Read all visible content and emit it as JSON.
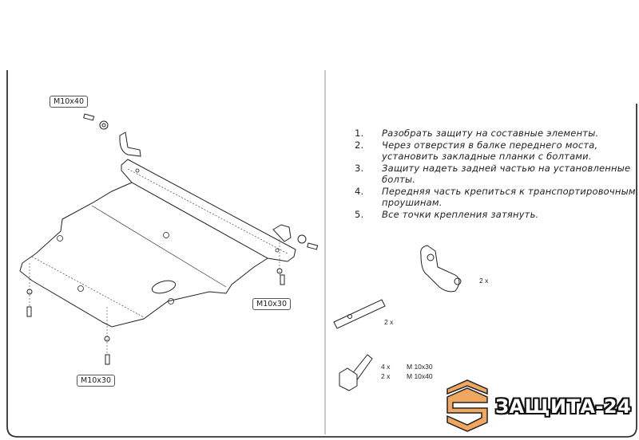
{
  "instructions": [
    {
      "num": "1.",
      "lines": [
        "Разобрать защиту на составные элементы."
      ]
    },
    {
      "num": "2.",
      "lines": [
        "Через отверстия в балке переднего моста,",
        "установить закладные планки с болтами."
      ]
    },
    {
      "num": "3.",
      "lines": [
        "Защиту надеть задней частью на установленные",
        "болты."
      ]
    },
    {
      "num": "4.",
      "lines": [
        "Передняя часть крепиться к транспортировочным",
        "проушинам."
      ]
    },
    {
      "num": "5.",
      "lines": [
        "Все точки крепления затянуть."
      ]
    }
  ],
  "callouts": {
    "top_left": "M10x40",
    "right": "M10x30",
    "bottom": "M10x30"
  },
  "parts": {
    "bracket_qty": "2 x",
    "plate_qty": "2 x",
    "bolts": [
      {
        "qty": "4 x",
        "size": "M 10x30"
      },
      {
        "qty": "2 x",
        "size": "M 10x40"
      }
    ]
  },
  "logo": {
    "text": "ЗАЩИТА-24",
    "color": "#f0a860"
  }
}
